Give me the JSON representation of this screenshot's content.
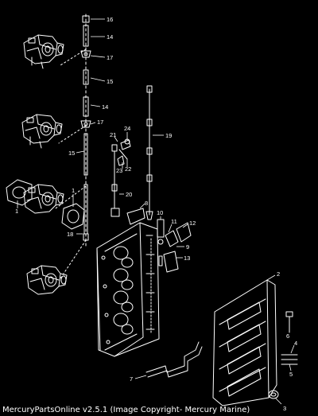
{
  "footer": "MercuryPartsOnline v2.5.1 (Image Copyright- Mercury Marine)",
  "colors": {
    "background": "#000000",
    "ink": "#ffffff"
  },
  "callouts": [
    "16",
    "14",
    "17",
    "15",
    "14",
    "17",
    "15",
    "1",
    "1",
    "18",
    "19",
    "21",
    "24",
    "23",
    "22",
    "20",
    "8",
    "10",
    "11",
    "12",
    "9",
    "13",
    "2",
    "6",
    "4",
    "5",
    "3",
    "7"
  ]
}
